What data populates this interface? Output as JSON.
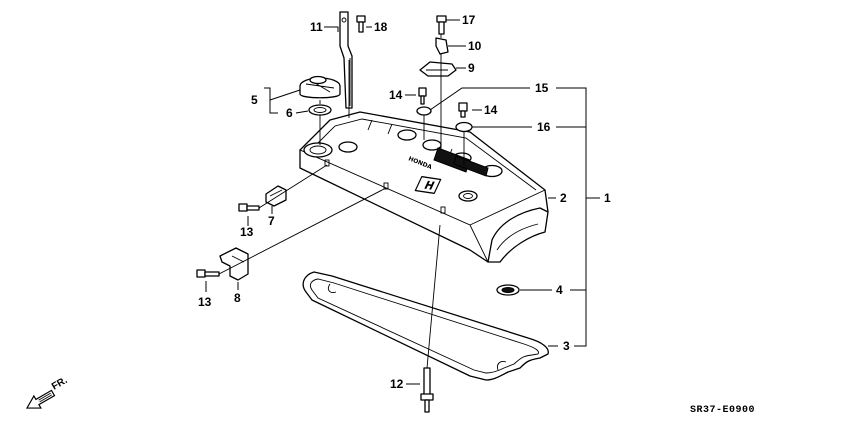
{
  "diagram": {
    "drawing_code": "SR37-E0900",
    "direction_label": "FR.",
    "callouts": {
      "c1": "1",
      "c2": "2",
      "c3": "3",
      "c4": "4",
      "c5": "5",
      "c6": "6",
      "c7": "7",
      "c8": "8",
      "c9": "9",
      "c10": "10",
      "c11": "11",
      "c12": "12",
      "c13a": "13",
      "c13b": "13",
      "c14a": "14",
      "c14b": "14",
      "c15": "15",
      "c16": "16",
      "c17": "17",
      "c18": "18"
    },
    "emblem": "H",
    "cover_text": "HONDA"
  }
}
